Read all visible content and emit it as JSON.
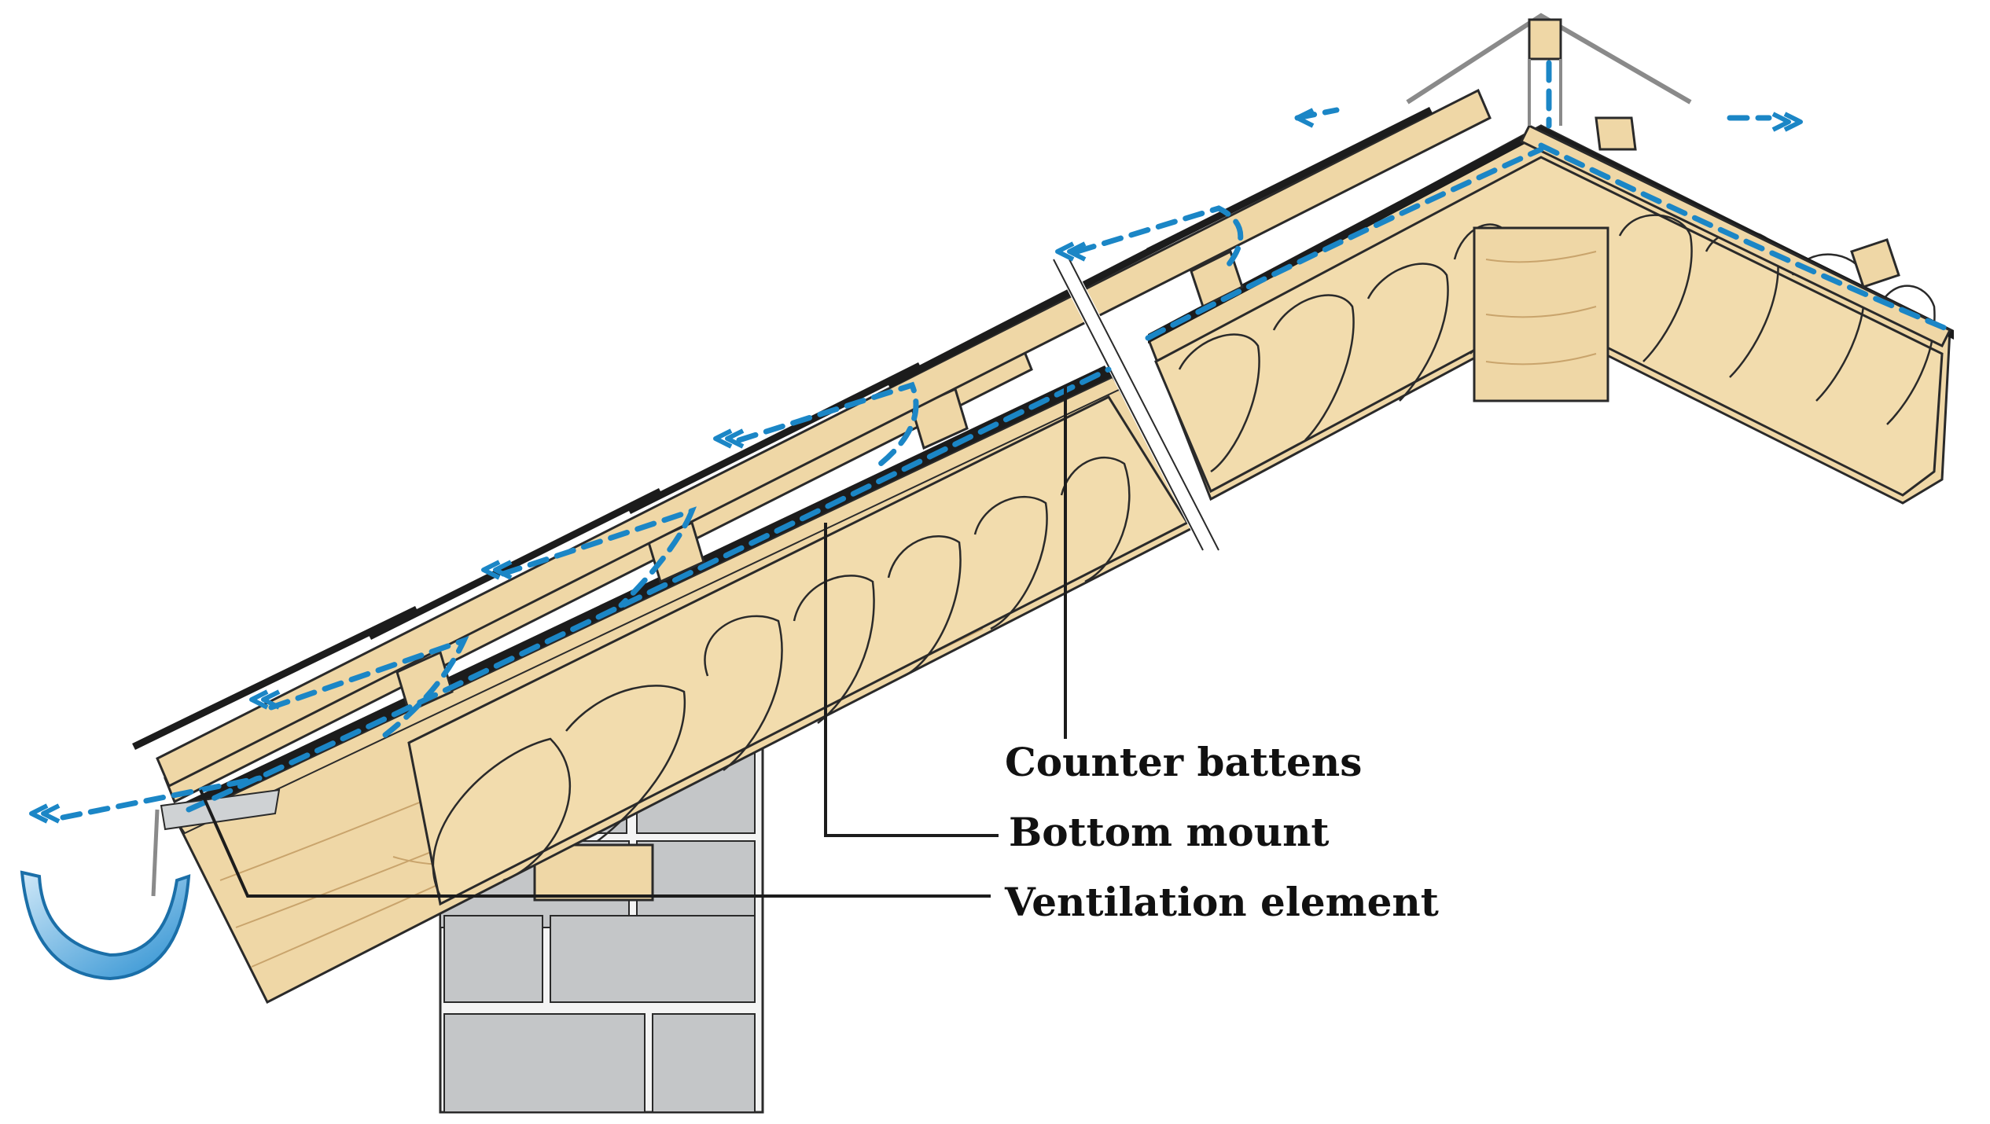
{
  "diagram": {
    "labels": {
      "counter_battens": "Counter battens",
      "bottom_mount": "Bottom mount",
      "ventilation_element": "Ventilation element"
    },
    "colors": {
      "background": "#ffffff",
      "wood": "#efd7a6",
      "wood_grain": "#c9a46c",
      "insulation": "#f2dcad",
      "outline": "#2a2a2a",
      "membrane": "#1c1c1c",
      "airflow": "#1b86c6",
      "brick": "#c4c6c8",
      "mortar": "#f4f4f4",
      "gutter": "#2a8fd1",
      "ridge_cap": "#8a8a8a"
    },
    "icons": {
      "airflow_arrow": "airflow-arrow-icon",
      "gutter": "gutter-icon"
    }
  }
}
